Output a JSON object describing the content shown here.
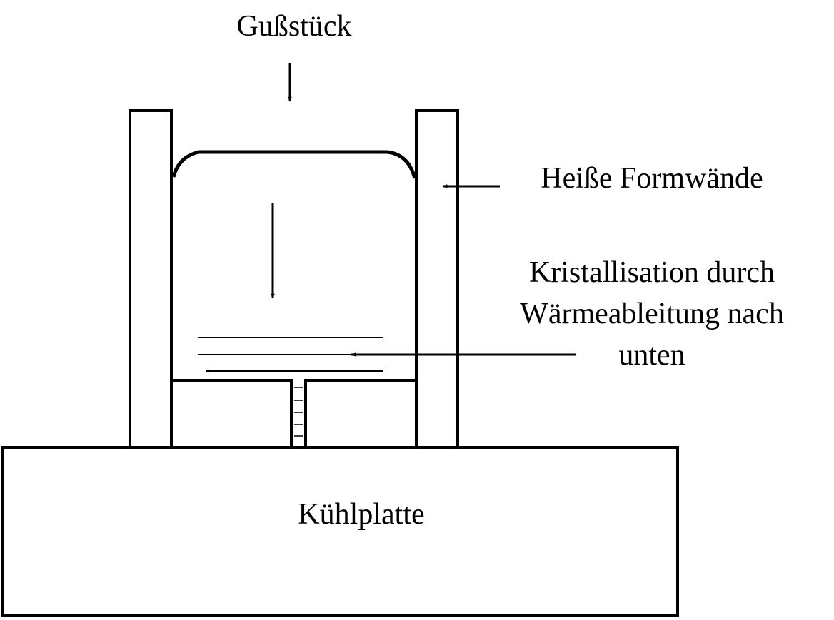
{
  "labels": {
    "casting": "Gußstück",
    "hot_walls": "Heiße Formwände",
    "crystallization_line1": "Kristallisation durch",
    "crystallization_line2": "Wärmeableitung nach",
    "crystallization_line3": "unten",
    "cooling_plate": "Kühlplatte"
  },
  "colors": {
    "stroke": "#000000",
    "background": "#ffffff"
  }
}
